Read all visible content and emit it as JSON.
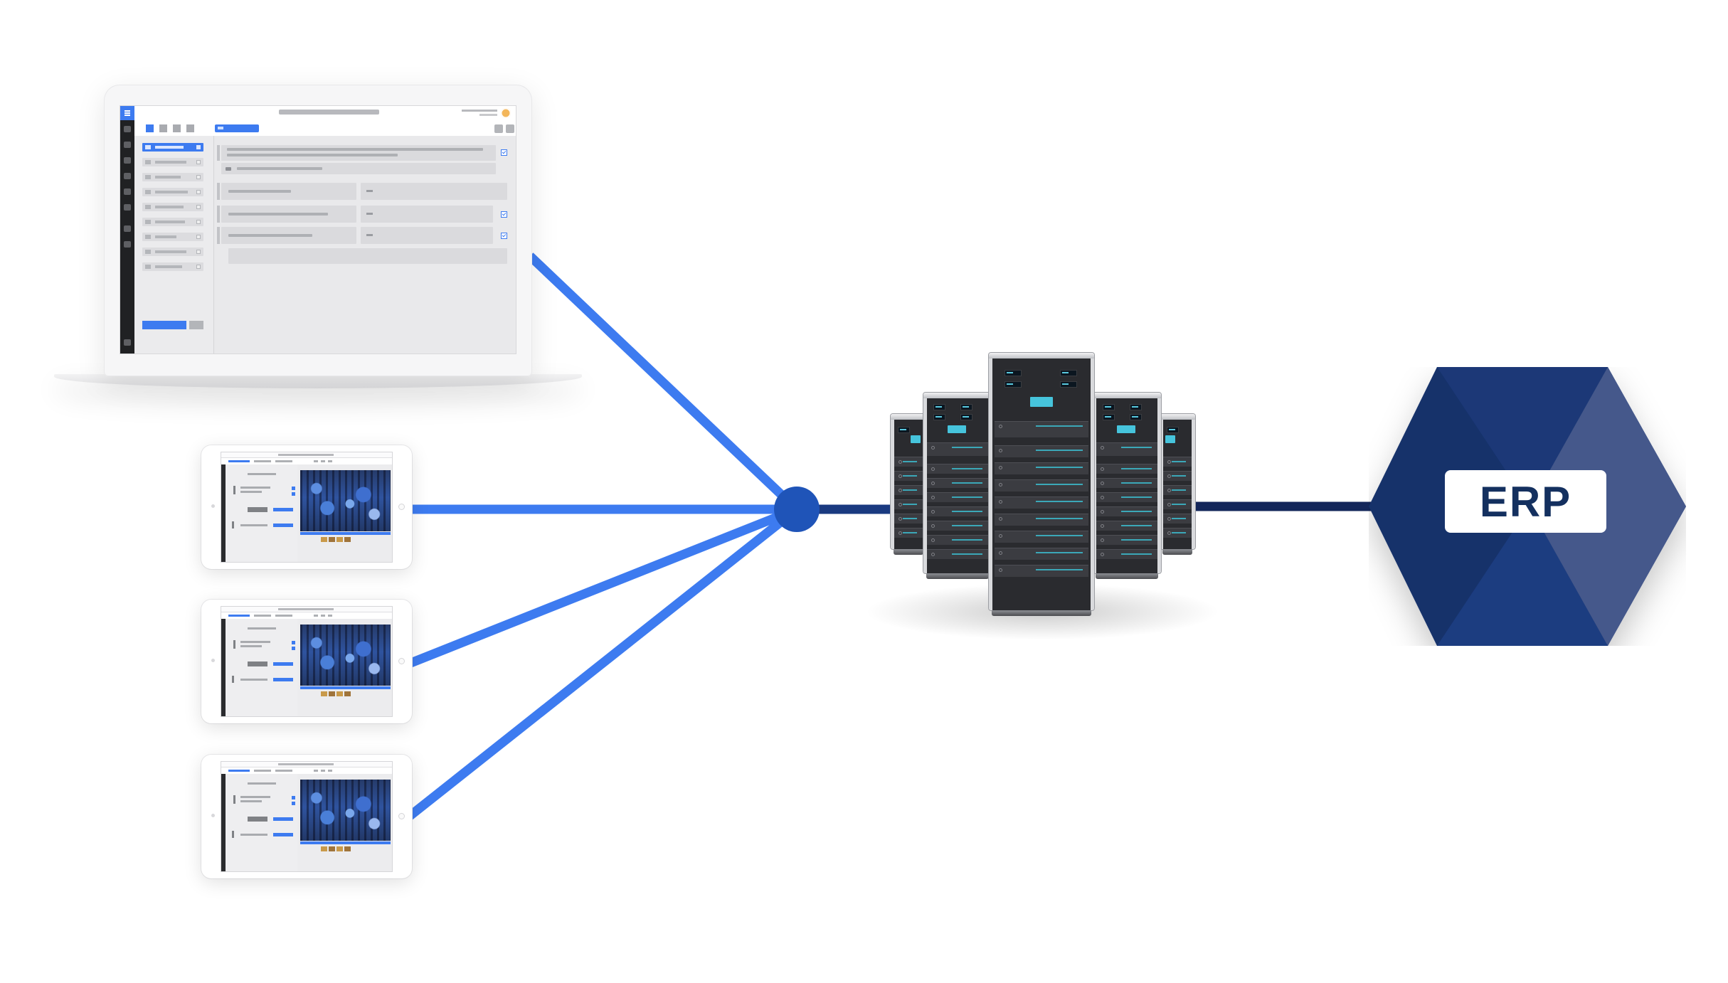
{
  "diagram": {
    "erp_label": "ERP",
    "colors": {
      "client_link": "#3d7bf0",
      "hub": "#1f54b8",
      "server_link": "#1a3a80",
      "erp_link": "#13265a",
      "erp_hex_dark": "#15306a",
      "erp_hex_mid": "#1c3a7c",
      "erp_hex_light": "#45588b"
    },
    "nodes": [
      {
        "id": "laptop",
        "icon": "laptop-icon"
      },
      {
        "id": "tablet-1",
        "icon": "tablet-icon"
      },
      {
        "id": "tablet-2",
        "icon": "tablet-icon"
      },
      {
        "id": "tablet-3",
        "icon": "tablet-icon"
      },
      {
        "id": "hub",
        "icon": "connection-hub-icon"
      },
      {
        "id": "server",
        "icon": "server-rack-icon"
      },
      {
        "id": "erp",
        "icon": "erp-hexagon-icon"
      }
    ],
    "edges": [
      {
        "from": "laptop",
        "to": "hub"
      },
      {
        "from": "tablet-1",
        "to": "hub"
      },
      {
        "from": "tablet-2",
        "to": "hub"
      },
      {
        "from": "tablet-3",
        "to": "hub"
      },
      {
        "from": "hub",
        "to": "server"
      },
      {
        "from": "server",
        "to": "erp"
      }
    ]
  }
}
